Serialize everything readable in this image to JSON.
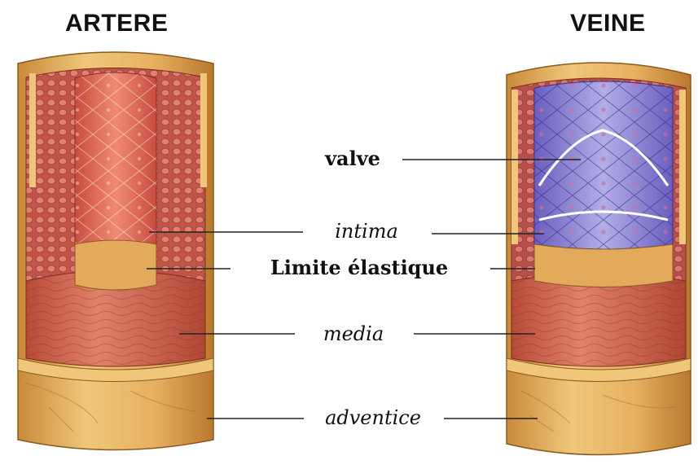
{
  "titles": {
    "artery": "ARTERE",
    "vein": "VEINE"
  },
  "labels": {
    "valve": "valve",
    "intima": "intima",
    "limite_elastique": "Limite élastique",
    "media": "media",
    "adventice": "adventice"
  },
  "colors": {
    "adventitia": "#e8b764",
    "adventitia_dark": "#c98a3a",
    "media": "#d96a52",
    "media_dark": "#b84a3a",
    "intima_artery": "#e46a5a",
    "intima_vein": "#8f86d6",
    "leader_line": "#222222"
  }
}
